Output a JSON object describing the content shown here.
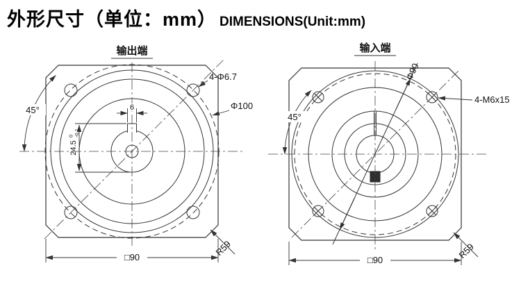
{
  "header": {
    "title_zh": "外形尺寸（单位：mm）",
    "title_en": "DIMENSIONS(Unit:mm)"
  },
  "output_view": {
    "label": "输出端",
    "holes_dim": "4-Φ6.7",
    "bolt_circle_dim": "Φ100",
    "angle_dim": "45°",
    "key_width_dim": "6",
    "key_depth_dim": "24.5",
    "key_depth_tol_upper": "0",
    "key_depth_tol_lower": "-0.1",
    "corner_radius_dim": "R59",
    "square_dim": "□90"
  },
  "input_view": {
    "label": "输入端",
    "holes_dim": "4-M6x15",
    "pilot_dim": "Φ90",
    "angle_dim": "45°",
    "corner_radius_dim": "R59",
    "square_dim": "□90"
  },
  "colors": {
    "line": "#333333",
    "background": "#ffffff"
  }
}
